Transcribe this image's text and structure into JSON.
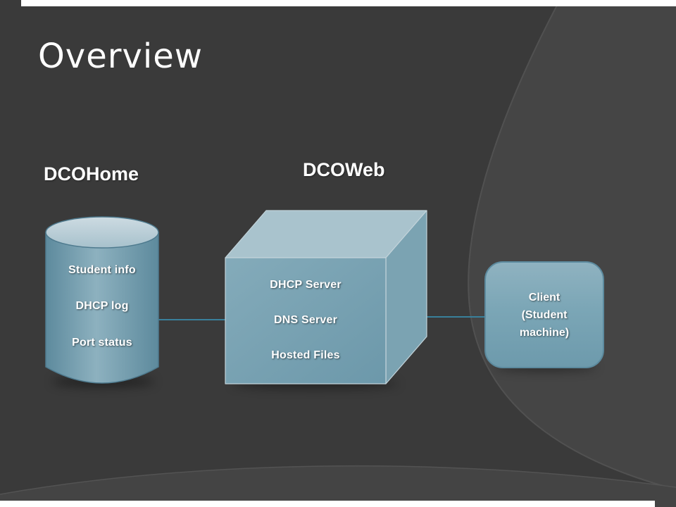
{
  "slide": {
    "title": "Overview",
    "background_color": "#3a3a3a",
    "edge_bar_color": "#ffffff"
  },
  "diagram": {
    "nodes": [
      {
        "id": "dcohome",
        "label": "DCOHome",
        "shape": "cylinder",
        "fill": "#7aa4b4",
        "lines": [
          "Student info",
          "DHCP log",
          "Port status"
        ]
      },
      {
        "id": "dcoweb",
        "label": "DCOWeb",
        "shape": "cube",
        "fill": "#7aa4b4",
        "lines": [
          "DHCP Server",
          "DNS Server",
          "Hosted Files"
        ]
      },
      {
        "id": "client",
        "shape": "rounded-rectangle",
        "fill": "#7aa4b4",
        "lines": [
          "Client",
          "(Student",
          "machine)"
        ]
      }
    ],
    "connectors": [
      {
        "from": "dcohome",
        "to": "dcoweb",
        "color": "#39809b"
      },
      {
        "from": "dcoweb",
        "to": "client",
        "color": "#39809b"
      }
    ]
  }
}
